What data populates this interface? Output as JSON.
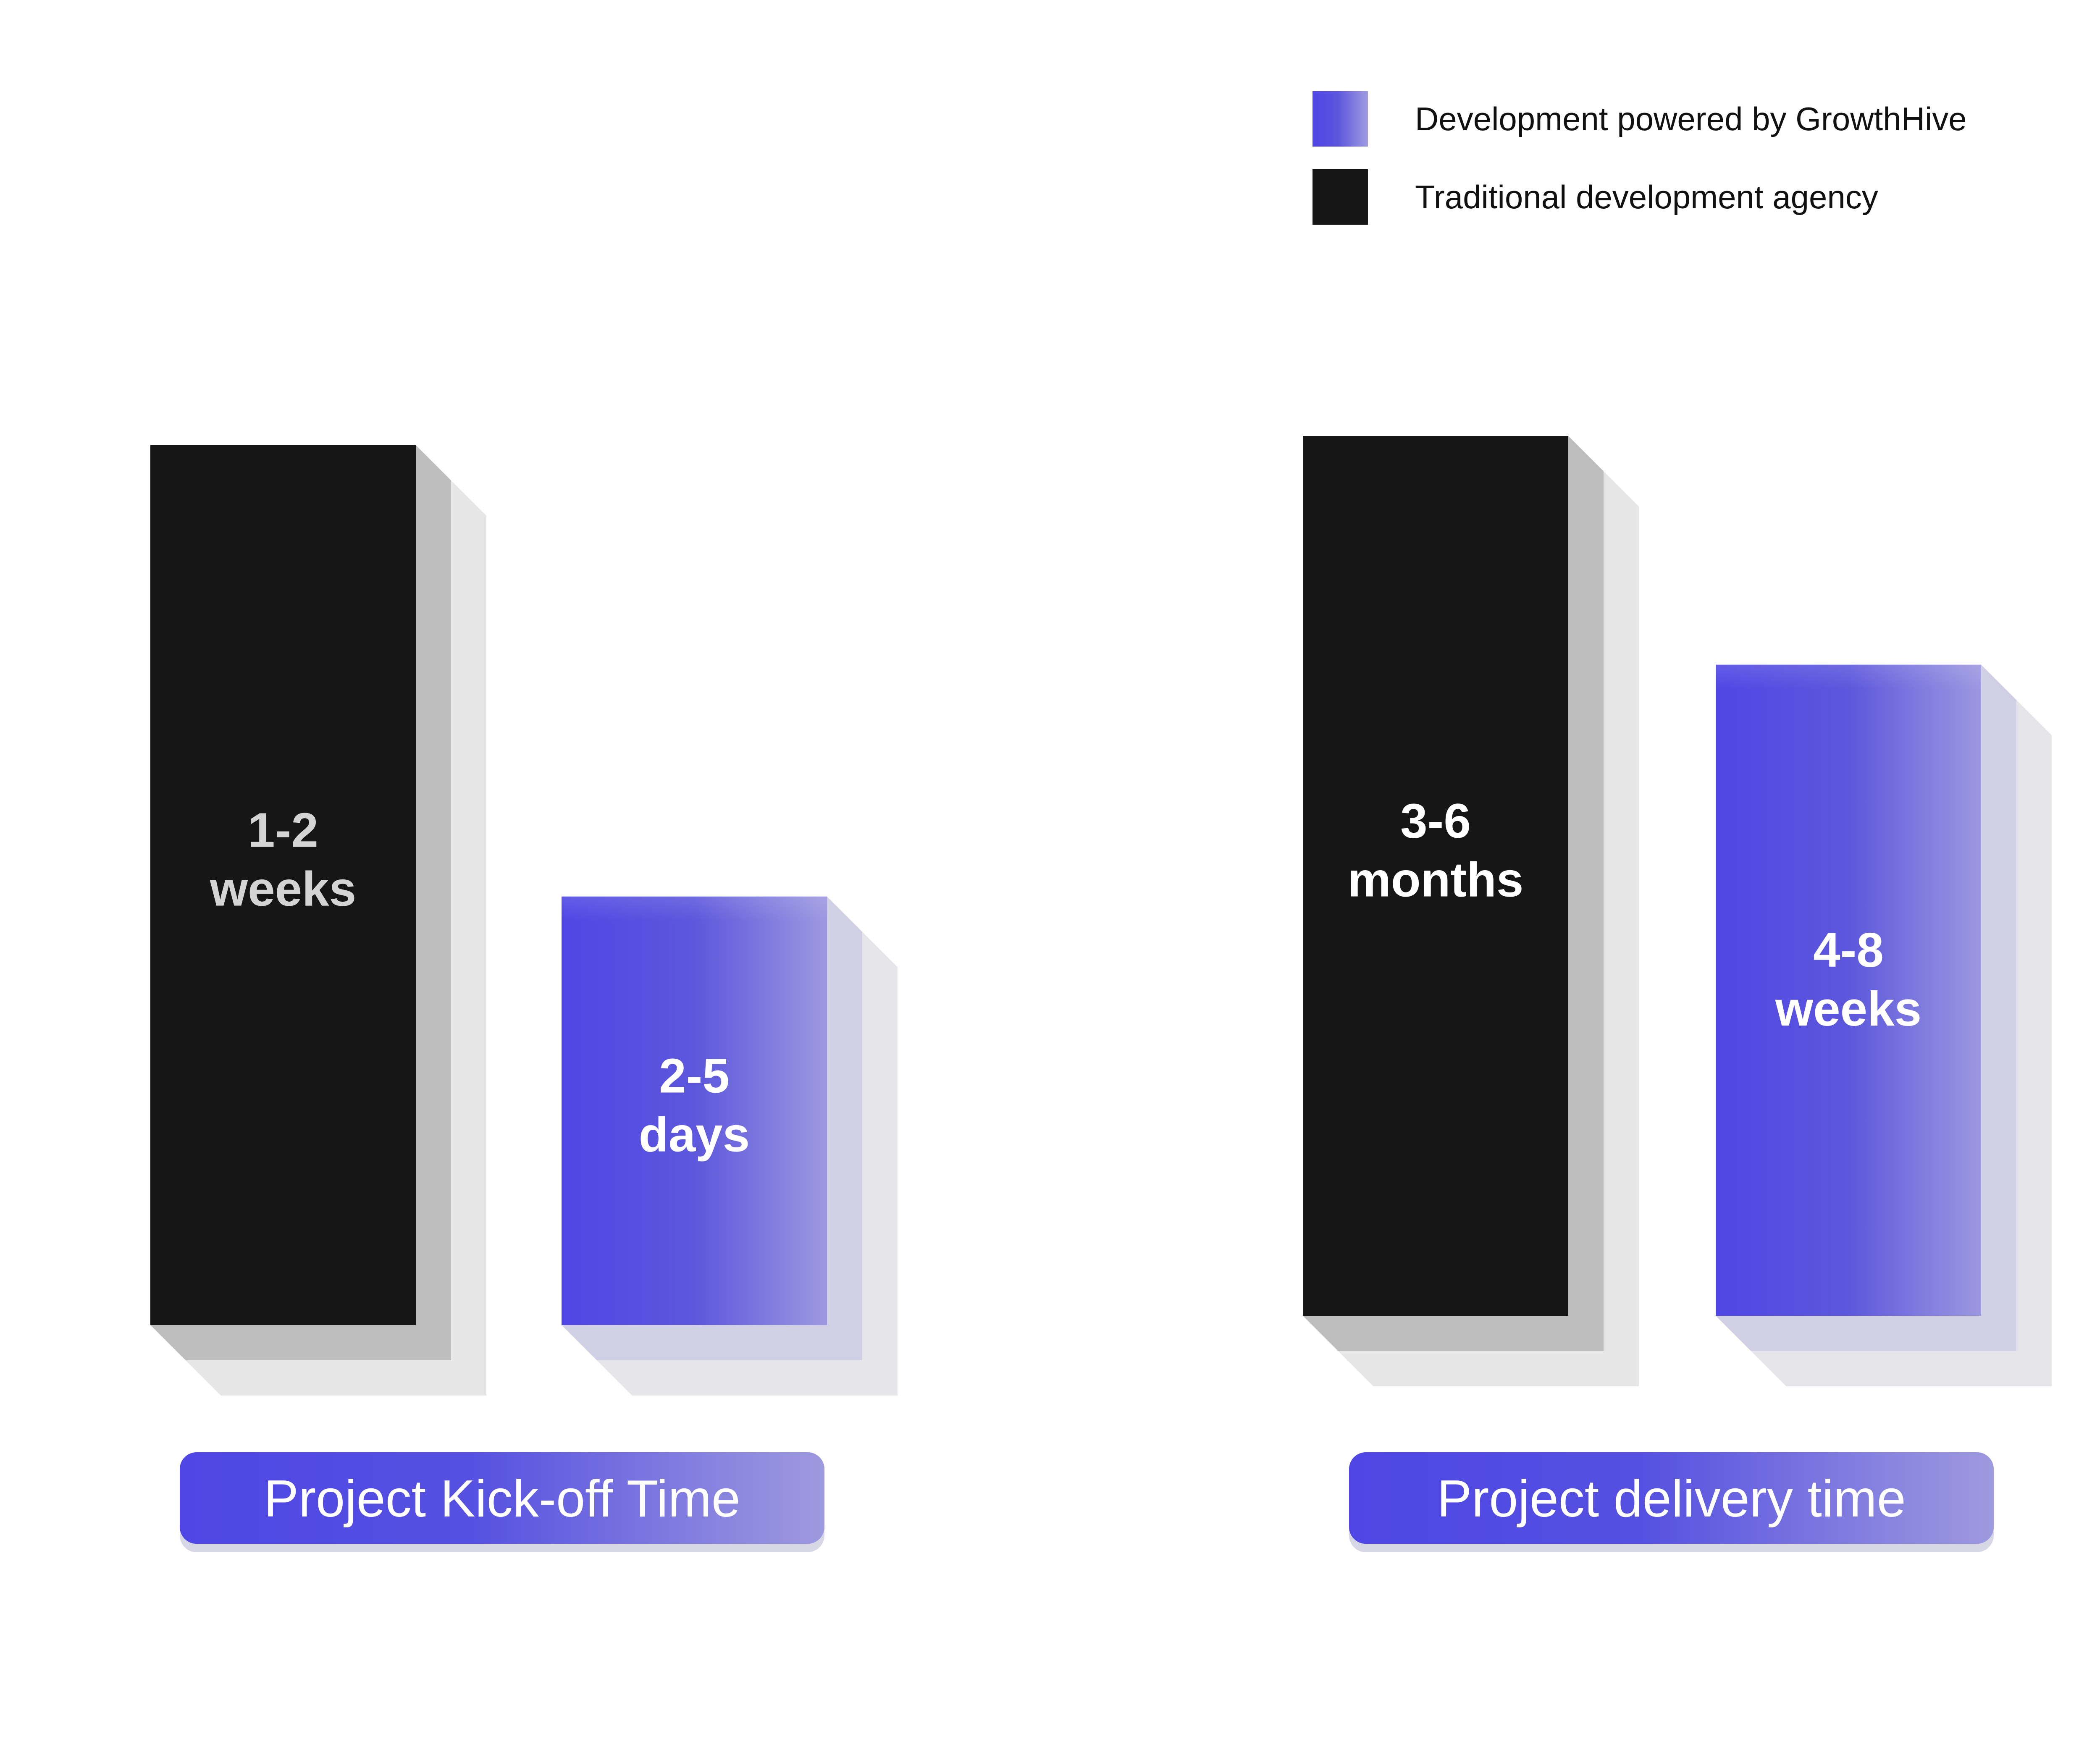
{
  "legend": {
    "growthhive": "Development powered by GrowthHive",
    "traditional": "Traditional development agency"
  },
  "colors": {
    "traditional": "#161616",
    "growthhive_start": "#4f46e5",
    "growthhive_end": "#9f9bdf",
    "label_on_dark_1": "#d4d4d4",
    "label_on_dark_2": "#ffffff"
  },
  "chart_data": {
    "type": "bar",
    "value_scale": "relative bar height (0-100)",
    "groups": [
      {
        "category": "Project Kick-off Time",
        "bars": [
          {
            "series": "Traditional development agency",
            "label_line1": "1-2",
            "label_line2": "weeks",
            "value": 100
          },
          {
            "series": "Development powered by GrowthHive",
            "label_line1": "2-5",
            "label_line2": "days",
            "value": 48.7
          }
        ]
      },
      {
        "category": "Project delivery time",
        "bars": [
          {
            "series": "Traditional development agency",
            "label_line1": "3-6",
            "label_line2": "months",
            "value": 100
          },
          {
            "series": "Development powered by GrowthHive",
            "label_line1": "4-8",
            "label_line2": "weeks",
            "value": 74
          }
        ]
      }
    ],
    "grid": false,
    "axes_visible": false,
    "legend_position": "top-right"
  }
}
